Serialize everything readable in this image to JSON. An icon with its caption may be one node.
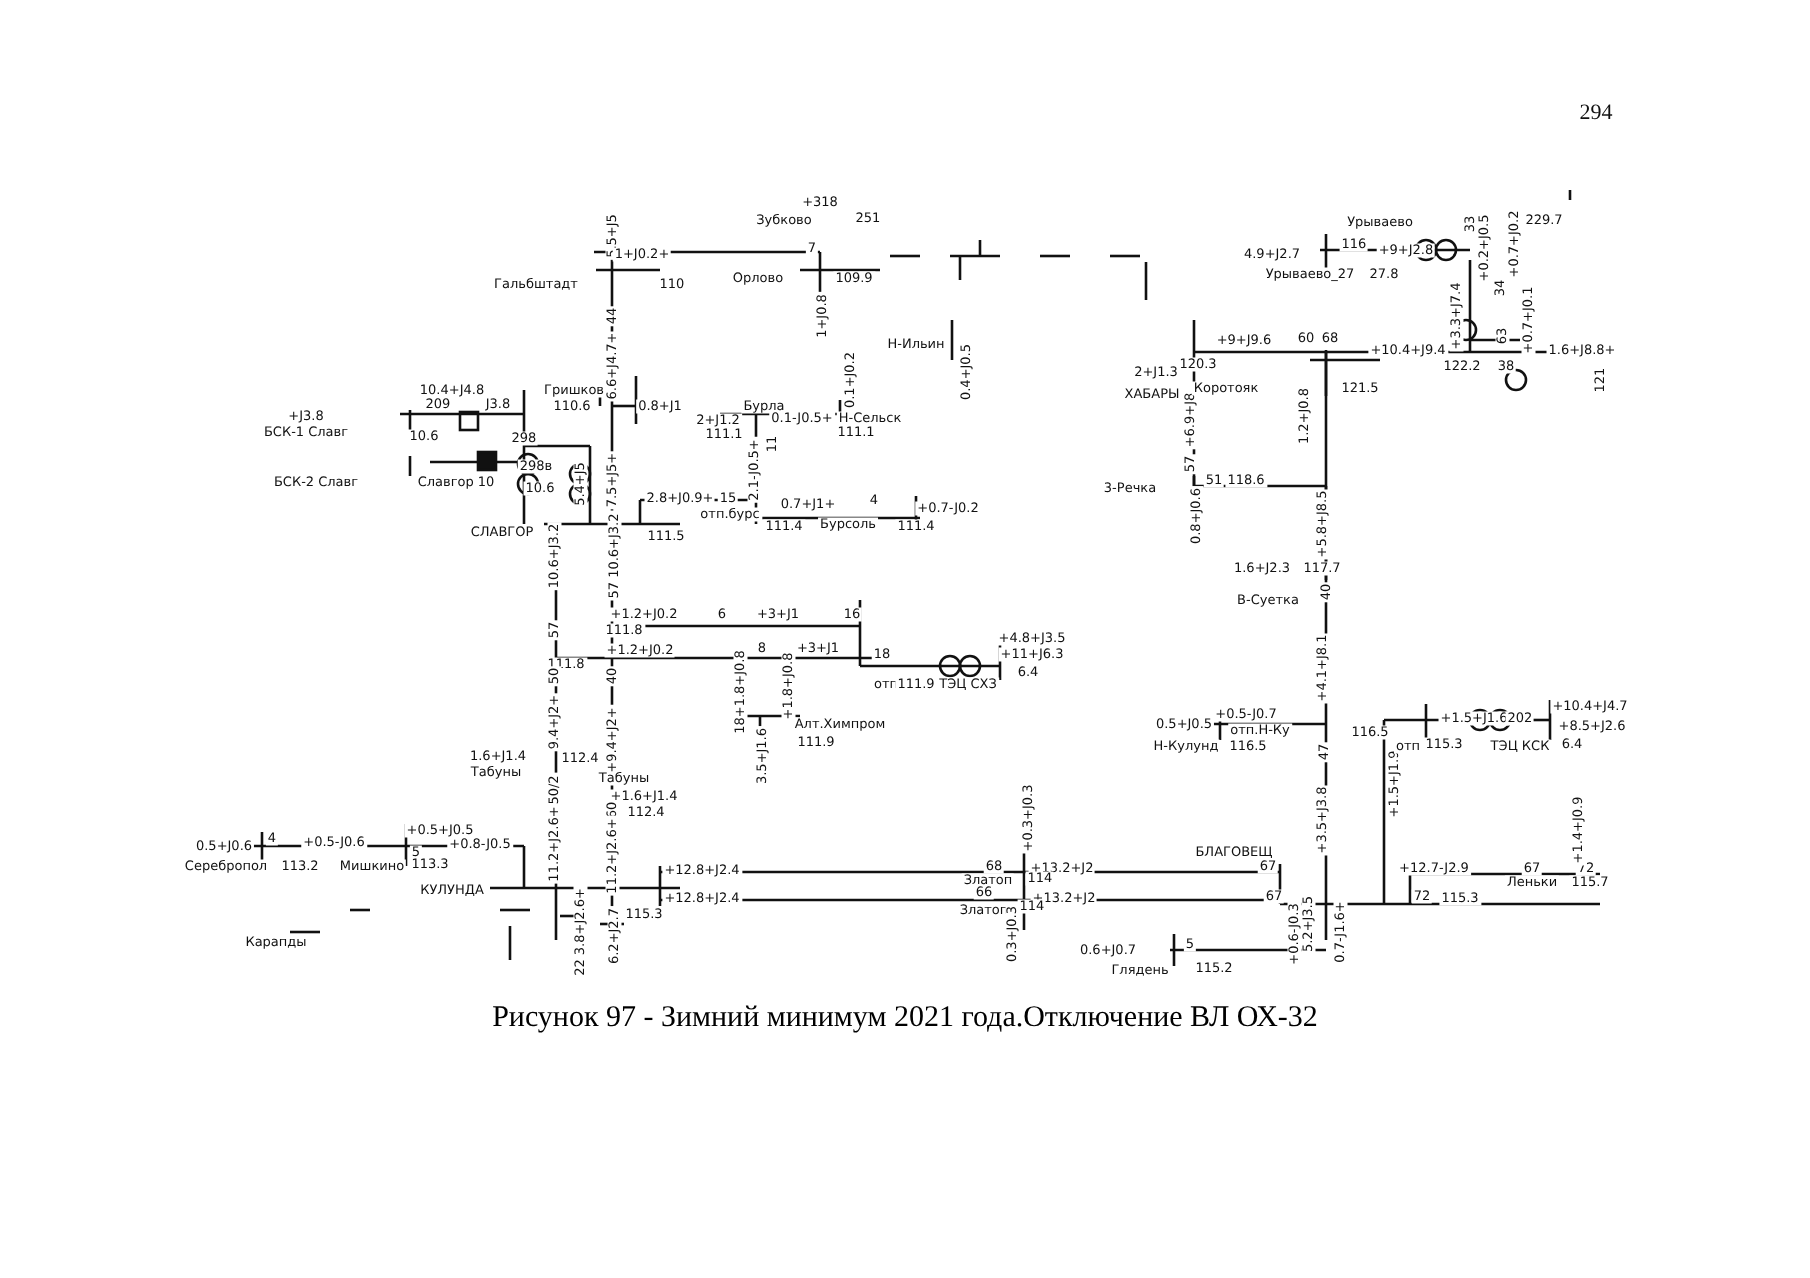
{
  "diagram": {
    "caption": "Рисунок 97 - Зимний минимум 2021 года.Отключение ВЛ ОХ-32",
    "labels": [
      "294",
      "+318",
      "Зубково",
      "251",
      "5.5+J5",
      "1+J0.2+",
      "7",
      "Гальбштадт",
      "110",
      "Орлово",
      "109.9",
      "1+J0.8",
      "44",
      "6.6+J4.7+",
      "Гришков",
      "110.6",
      "0.8+J1",
      "10.4+J4.8",
      "+J3.8",
      "209",
      "J3.8",
      "БСК-1 Славг",
      "10.6",
      "298",
      "БСК-2 Славг",
      "Славгор 10",
      "298в",
      "10.6",
      "5.4+J5",
      "7.5+J5+",
      "2+J1.2",
      "111.1",
      "Бурла",
      "0.1-J0.5+",
      "Н-Сельск",
      "111.1",
      "0.1+J0.2",
      "11",
      "2.1-J0.5+",
      "Н-Ильин",
      "0.4+J0.5",
      "СЛАВГОР",
      "2.8+J0.9+",
      "15",
      "отп.бурс",
      "111.5",
      "0.7+J1+",
      "4",
      "111.4",
      "Бурсоль",
      "111.4",
      "+0.7-J0.2",
      "Урываево",
      "229.7",
      "33",
      "+0.2+J0.5",
      "34",
      "+0.7+J0.2",
      "4.9+J2.7",
      "116",
      "+9+J2.8",
      "Урываево_27",
      "27.8",
      "+9+J9.6",
      "60",
      "68",
      "+10.4+J9.4",
      "+3.3+J7.4",
      "63",
      "+0.7+J0.1",
      "122.2",
      "38",
      "1.6+J8.8+",
      "121",
      "2+J1.3",
      "120.3",
      "ХАБАРЫ",
      "+6.9+J8",
      "Коротояк",
      "121.5",
      "1.2+J0.8",
      "57",
      "3-Речка",
      "51",
      "118.6",
      "0.8+J0.6",
      "+5.8+J8.5",
      "10.6+J3.2",
      "57 10.6+J3.2",
      "+1.2+J0.2",
      "6",
      "+3+J1",
      "16",
      "111.8",
      "111.8",
      "+1.2+J0.2",
      "8",
      "+3+J1",
      "18",
      "отп",
      "111.9",
      "ТЭЦ СХЗ",
      "+4.8+J3.5",
      "+11+J6.3",
      "6.4",
      "18+1.8+J0.8",
      "+1.8+J0.8",
      "Алт.Химпром",
      "111.9",
      "3.5+J1.6",
      "1.6+J2.3",
      "117.7",
      "40",
      "В-Суетка",
      "+4.1+J8.1",
      "0.5+J0.5",
      "+0.5-J0.7",
      "отп.Н-Ку",
      "Н-Кулунд",
      "116.5",
      "116.5",
      "47",
      "+1.5+J1.9",
      "+1.5+J1.6",
      "202",
      "+10.4+J4.7",
      "+8.5+J2.6",
      "отп",
      "115.3",
      "ТЭЦ КСК",
      "6.4",
      "57",
      "50",
      "9.4+J2+",
      "40",
      "1.6+J1.4",
      "112.4",
      "Табуны",
      "50/2",
      "+9.4+J2+",
      "Табуны",
      "+1.6+J1.4",
      "112.4",
      "60",
      "11.2+J2.6+",
      "11.2+J2.6+",
      "0.5+J0.6",
      "4",
      "+0.5-J0.6",
      "+0.5+J0.5",
      "5",
      "+0.8-J0.5",
      "Серебропол",
      "113.2",
      "Мишкино",
      "113.3",
      "КУЛУНДА",
      "+12.8+J2.4",
      "+12.8+J2.4",
      "115.3",
      "22 3.8+J2.6+",
      "6.2+J2.7",
      "Карапды",
      "+0.3+J0.3",
      "68",
      "+13.2+J2",
      "Златоп",
      "114",
      "66",
      "+13.2+J2",
      "Златоп",
      "114",
      "0.3+J0.3",
      "0.6+J0.7",
      "5",
      "Глядень",
      "115.2",
      "+3.5+J3.8",
      "БЛАГОВЕЩ",
      "67",
      "67",
      "+12.7-J2.9",
      "67",
      "72",
      "Леньки",
      "115.7",
      "+1.4+J0.9",
      "72",
      "115.3",
      "+0.6-J0.3",
      "5.2+J3.5",
      "0.7-J1.6+"
    ]
  }
}
